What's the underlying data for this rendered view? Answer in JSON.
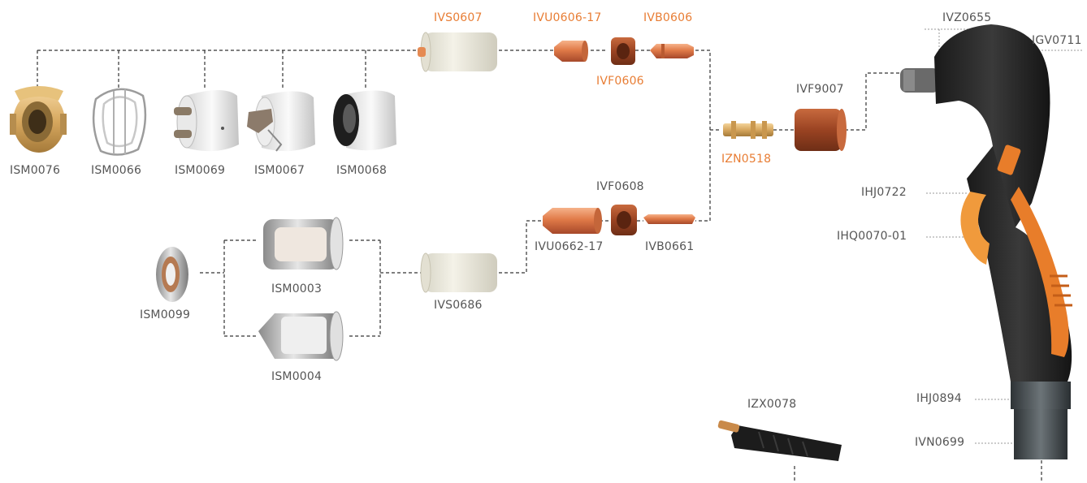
{
  "colors": {
    "accent": "#e87d34",
    "label": "#555555",
    "connector": "#333333",
    "leader": "#9a9a9a"
  },
  "parts": {
    "ism0076": "ISM0076",
    "ism0066": "ISM0066",
    "ism0069": "ISM0069",
    "ism0067": "ISM0067",
    "ism0068": "ISM0068",
    "ivs0607": "IVS0607",
    "ivu0606_17": "IVU0606-17",
    "ivb0606": "IVB0606",
    "ivf0606": "IVF0606",
    "izn0518": "IZN0518",
    "ivf9007": "IVF9007",
    "ivz0655": "IVZ0655",
    "igv0711": "IGV0711",
    "ihj0722": "IHJ0722",
    "ihq0070_01": "IHQ0070-01",
    "ihj0894": "IHJ0894",
    "ivn0699": "IVN0699",
    "izx0078": "IZX0078",
    "ivf0608": "IVF0608",
    "ivu0662_17": "IVU0662-17",
    "ivb0661": "IVB0661",
    "ivs0686": "IVS0686",
    "ism0099": "ISM0099",
    "ism0003": "ISM0003",
    "ism0004": "ISM0004"
  },
  "highlighted": [
    "IVS0607",
    "IVU0606-17",
    "IVB0606",
    "IVF0606",
    "IZN0518"
  ]
}
